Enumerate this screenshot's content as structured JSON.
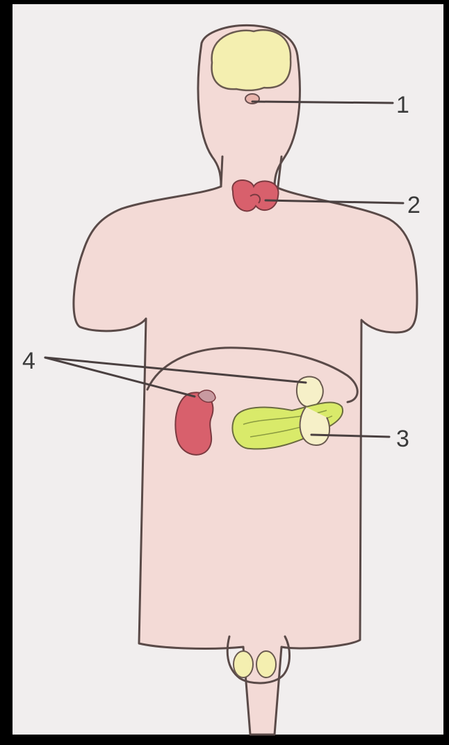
{
  "labels": {
    "pituitary": "1",
    "thyroid": "2",
    "pancreas": "3",
    "adrenal": "4"
  },
  "colors": {
    "background": "#000000",
    "paper": "#f1eeee",
    "skin": "#f3dad6",
    "brain": "#f4efb0",
    "thyroid": "#d8606c",
    "kidney": "#d8606c",
    "pancreas": "#d9ea6a",
    "outline": "#5a4a48"
  }
}
